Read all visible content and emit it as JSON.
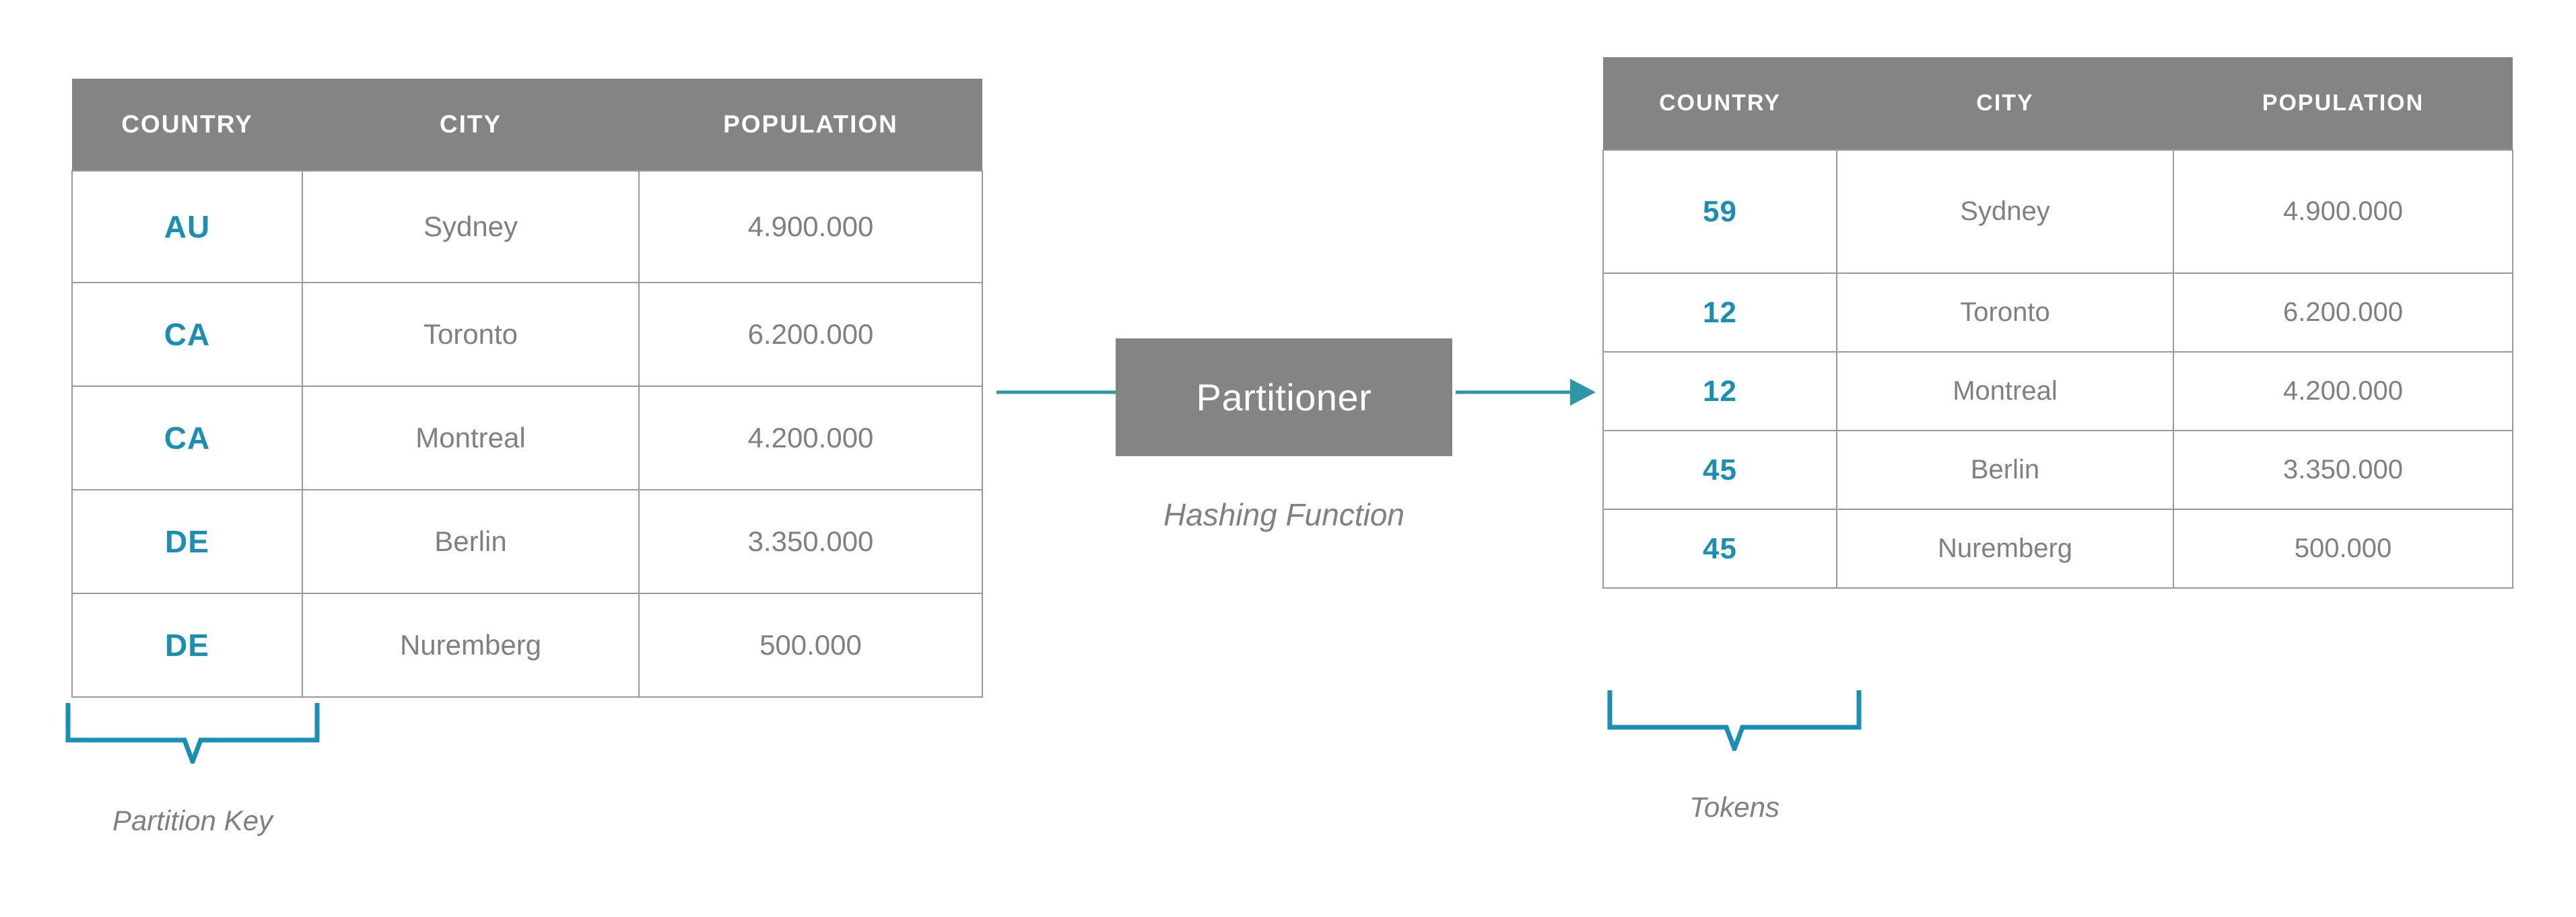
{
  "accent_colors": {
    "key_blue": "#1a8fb5",
    "arrow_teal": "#2e96a4",
    "brace_blue": "#1a8fb5",
    "header_gray": "#848484",
    "text_gray": "#808080",
    "border_gray": "#9a9a9a"
  },
  "left_table": {
    "name": "source-table",
    "columns": [
      "COUNTRY",
      "CITY",
      "POPULATION"
    ],
    "rows": [
      {
        "key": "AU",
        "city": "Sydney",
        "population": "4.900.000"
      },
      {
        "key": "CA",
        "city": "Toronto",
        "population": "6.200.000"
      },
      {
        "key": "CA",
        "city": "Montreal",
        "population": "4.200.000"
      },
      {
        "key": "DE",
        "city": "Berlin",
        "population": "3.350.000"
      },
      {
        "key": "DE",
        "city": "Nuremberg",
        "population": "500.000"
      }
    ],
    "brace_caption": "Partition Key"
  },
  "right_table": {
    "name": "tokenized-table",
    "columns": [
      "COUNTRY",
      "CITY",
      "POPULATION"
    ],
    "rows": [
      {
        "key": "59",
        "city": "Sydney",
        "population": "4.900.000"
      },
      {
        "key": "12",
        "city": "Toronto",
        "population": "6.200.000"
      },
      {
        "key": "12",
        "city": "Montreal",
        "population": "4.200.000"
      },
      {
        "key": "45",
        "city": "Berlin",
        "population": "3.350.000"
      },
      {
        "key": "45",
        "city": "Nuremberg",
        "population": "500.000"
      }
    ],
    "brace_caption": "Tokens"
  },
  "partitioner": {
    "label": "Partitioner",
    "caption": "Hashing Function"
  },
  "icons": {
    "flow_arrow": "arrow-right-icon",
    "left_brace": "curly-brace-down-icon",
    "right_brace": "curly-brace-down-icon"
  }
}
